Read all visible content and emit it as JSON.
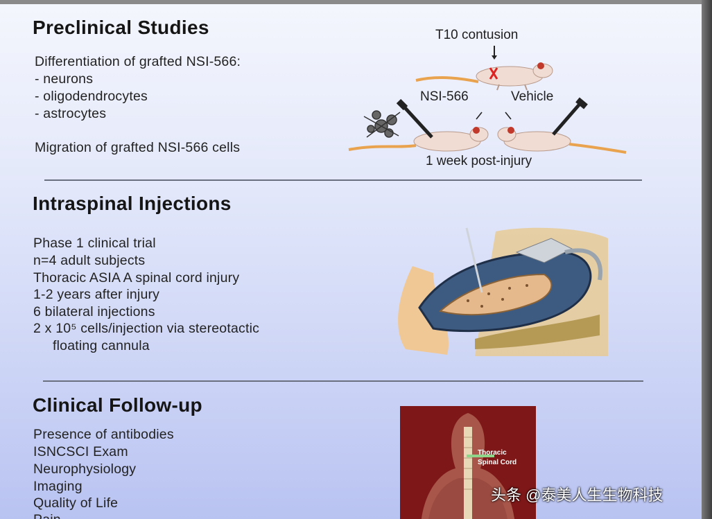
{
  "section1": {
    "title": "Preclinical Studies",
    "line1": "Differentiation of grafted NSI-566:",
    "line2": "- neurons",
    "line3": "- oligodendrocytes",
    "line4": "- astrocytes",
    "line5": "Migration of grafted NSI-566 cells",
    "diagram": {
      "top_label": "T10 contusion",
      "left_label": "NSI-566",
      "right_label": "Vehicle",
      "bottom_label": "1 week post-injury"
    }
  },
  "section2": {
    "title": "Intraspinal Injections",
    "line1": "Phase 1 clinical trial",
    "line2": "n=4 adult subjects",
    "line3": "Thoracic ASIA A spinal cord injury",
    "line4": "1-2 years after injury",
    "line5": "6 bilateral injections",
    "line6": "2 x 10⁵ cells/injection via stereotactic",
    "line7": "floating cannula"
  },
  "section3": {
    "title": "Clinical Follow-up",
    "line1": "Presence of antibodies",
    "line2": "ISNCSCI Exam",
    "line3": "Neurophysiology",
    "line4": "Imaging",
    "line5": "Quality of Life",
    "line6": "Pain",
    "image_label_1": "Thoracic",
    "image_label_2": "Spinal Cord"
  },
  "watermark": "头条 @泰美人生生物科技"
}
